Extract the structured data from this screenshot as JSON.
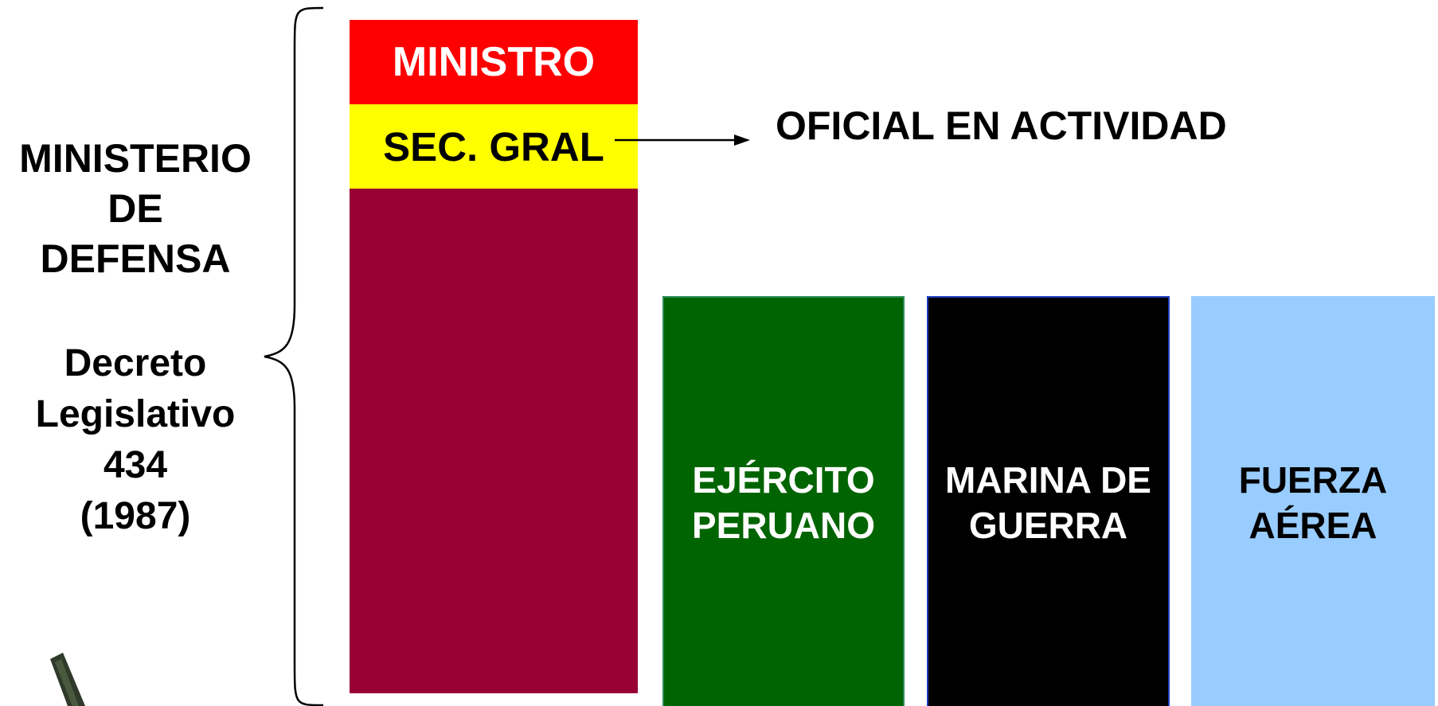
{
  "left_panel": {
    "title_lines": [
      "MINISTERIO",
      "DE",
      "DEFENSA"
    ],
    "decree_lines": [
      "Decreto",
      "Legislativo",
      "434",
      "(1987)"
    ]
  },
  "org_chart": {
    "ministro": "MINISTRO",
    "sec_gral": "SEC. GRAL",
    "sec_gral_note": "OFICIAL EN ACTIVIDAD",
    "branches": [
      {
        "lines": [
          "EJÉRCITO",
          "PERUANO"
        ],
        "color": "#006400",
        "text_color": "#ffffff"
      },
      {
        "lines": [
          "MARINA DE",
          "GUERRA"
        ],
        "color": "#000000",
        "text_color": "#ffffff"
      },
      {
        "lines": [
          "FUERZA",
          "AÉREA"
        ],
        "color": "#99ccff",
        "text_color": "#000000"
      }
    ]
  },
  "colors": {
    "ministro_bg": "#ff0000",
    "sec_gral_bg": "#ffff00",
    "column_bg": "#960032"
  }
}
